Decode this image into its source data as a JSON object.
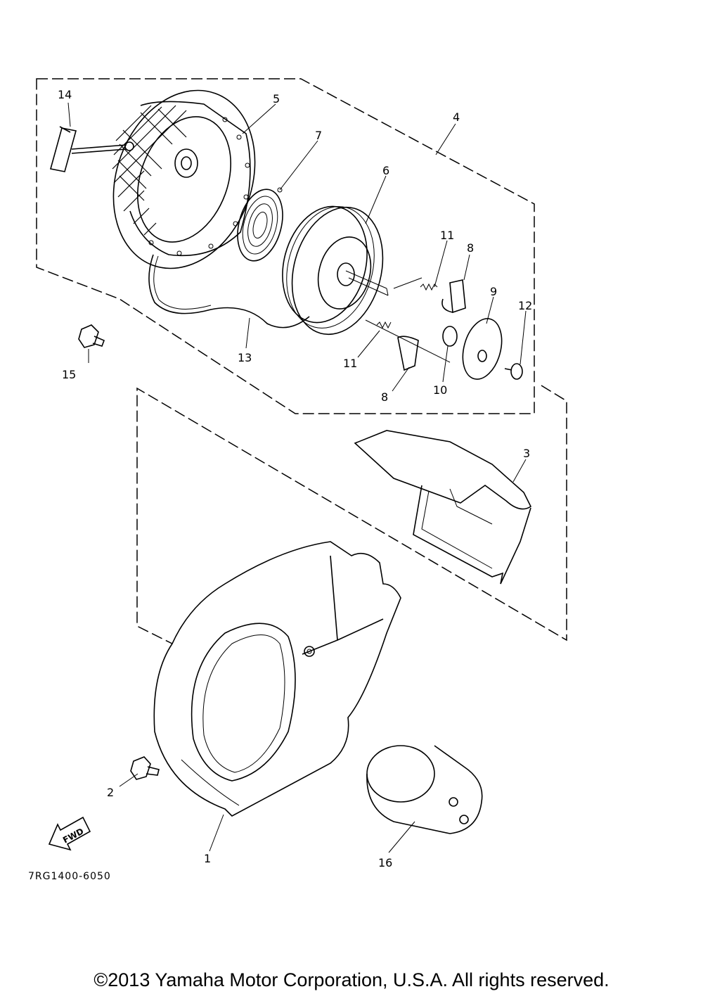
{
  "callouts": {
    "p1": "1",
    "p2": "2",
    "p3": "3",
    "p4": "4",
    "p5": "5",
    "p6": "6",
    "p7": "7",
    "p8a": "8",
    "p8b": "8",
    "p9": "9",
    "p10": "10",
    "p11a": "11",
    "p11b": "11",
    "p12": "12",
    "p13": "13",
    "p14": "14",
    "p15": "15",
    "p16": "16"
  },
  "diagram_code": "7RG1400-6050",
  "fwd_label": "FWD",
  "copyright": "©2013 Yamaha Motor Corporation, U.S.A. All rights reserved."
}
